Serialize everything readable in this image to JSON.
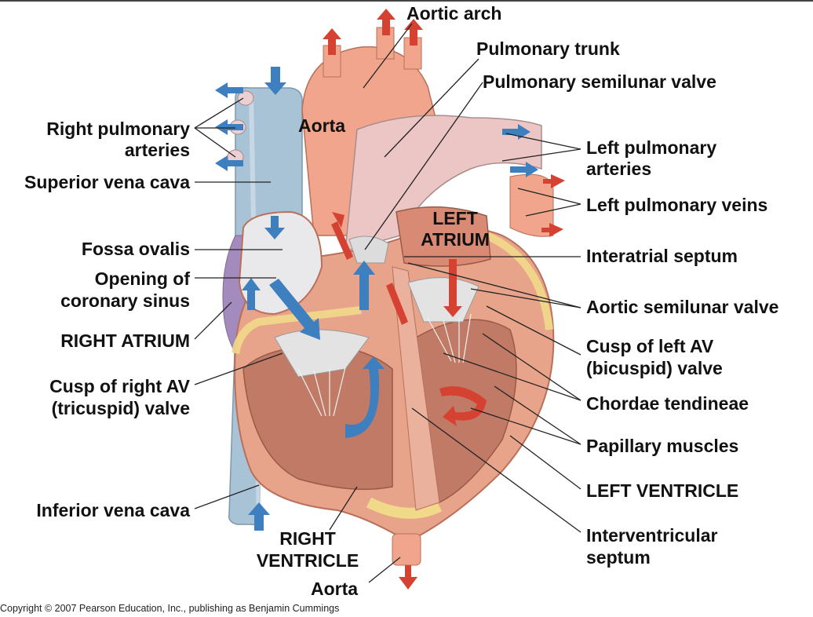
{
  "labels": {
    "aortic_arch": "Aortic arch",
    "pulmonary_trunk": "Pulmonary trunk",
    "pulmonary_semilunar_valve": "Pulmonary semilunar valve",
    "aorta_top": "Aorta",
    "right_pulmonary_arteries_1": "Right pulmonary",
    "right_pulmonary_arteries_2": "arteries",
    "superior_vena_cava": "Superior vena cava",
    "fossa_ovalis": "Fossa ovalis",
    "opening_coronary_sinus_1": "Opening of",
    "opening_coronary_sinus_2": "coronary sinus",
    "right_atrium": "RIGHT ATRIUM",
    "cusp_right_av_1": "Cusp of right AV",
    "cusp_right_av_2": "(tricuspid) valve",
    "inferior_vena_cava": "Inferior vena cava",
    "right_ventricle_1": "RIGHT",
    "right_ventricle_2": "VENTRICLE",
    "aorta_bottom": "Aorta",
    "left_atrium_1": "LEFT",
    "left_atrium_2": "ATRIUM",
    "left_pulmonary_arteries_1": "Left pulmonary",
    "left_pulmonary_arteries_2": "arteries",
    "left_pulmonary_veins": "Left pulmonary veins",
    "interatrial_septum": "Interatrial septum",
    "aortic_semilunar_valve": "Aortic semilunar valve",
    "cusp_left_av_1": "Cusp of left AV",
    "cusp_left_av_2": "(bicuspid) valve",
    "chordae_tendineae": "Chordae tendineae",
    "papillary_muscles": "Papillary muscles",
    "left_ventricle": "LEFT VENTRICLE",
    "interventricular_septum_1": "Interventricular",
    "interventricular_septum_2": "septum"
  },
  "copyright": "Copyright © 2007 Pearson Education, Inc., publishing as Benjamin Cummings",
  "colors": {
    "muscle": "#e8a48a",
    "muscle_dark": "#c97a63",
    "aorta": "#f0a58c",
    "pulmonary": "#ebc6c4",
    "vena_cava": "#a9c3d6",
    "fat": "#f1d98a",
    "valve": "#e6e6e6",
    "arrow_blue": "#3d7fbf",
    "arrow_red": "#d64232",
    "leader": "#222222"
  }
}
